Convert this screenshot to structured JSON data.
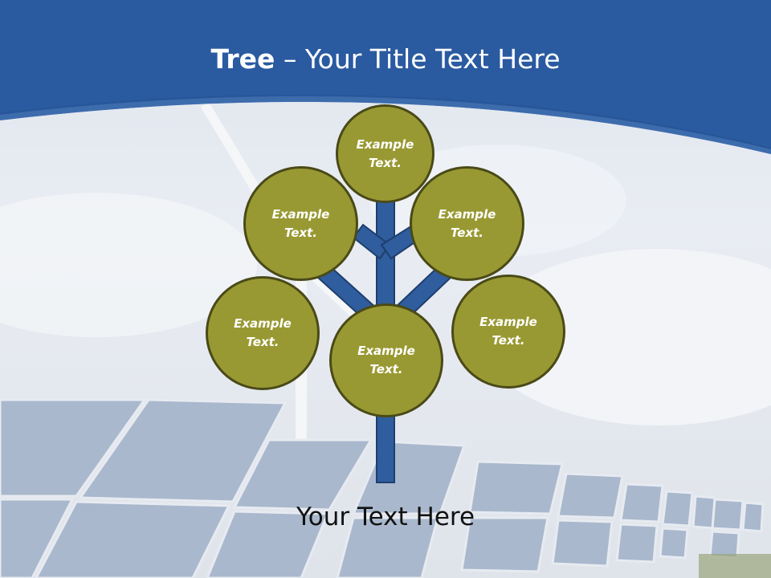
{
  "title": {
    "bold": "Tree",
    "rest": " – Your Title Text Here"
  },
  "nodes": [
    {
      "text": "Example Text."
    },
    {
      "text": "Example Text."
    },
    {
      "text": "Example Text."
    },
    {
      "text": "Example Text."
    },
    {
      "text": "Example Text."
    },
    {
      "text": "Example Text."
    }
  ],
  "caption": "Your Text Here",
  "colors": {
    "header": "#2a5aa0",
    "node_fill": "#999933",
    "node_border": "#4a4a18",
    "branch": "#2f5d9e"
  }
}
